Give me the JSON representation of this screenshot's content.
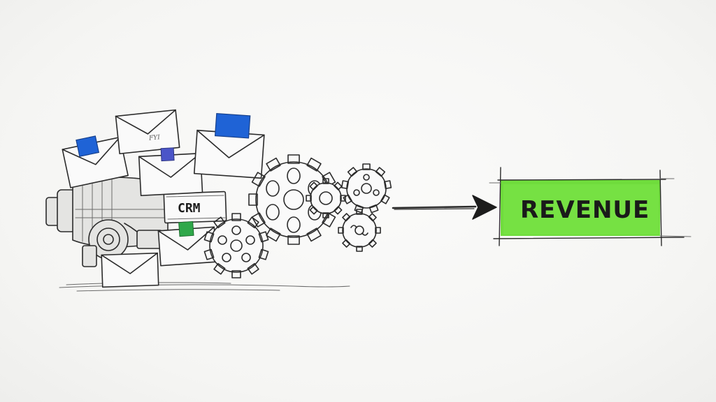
{
  "diagram": {
    "source_label": "CRM",
    "envelope_tag": "FYI",
    "target_label": "REVENUE",
    "colors": {
      "revenue_fill": "#6fdc3c",
      "sticky_blue": "#1f63d6",
      "sticky_purple": "#4b55c8",
      "sticky_green": "#2fa84a",
      "ink": "#2b2b2b"
    },
    "icons": [
      "envelope-icon",
      "gear-icon",
      "engine-icon",
      "arrow-right-icon"
    ]
  }
}
